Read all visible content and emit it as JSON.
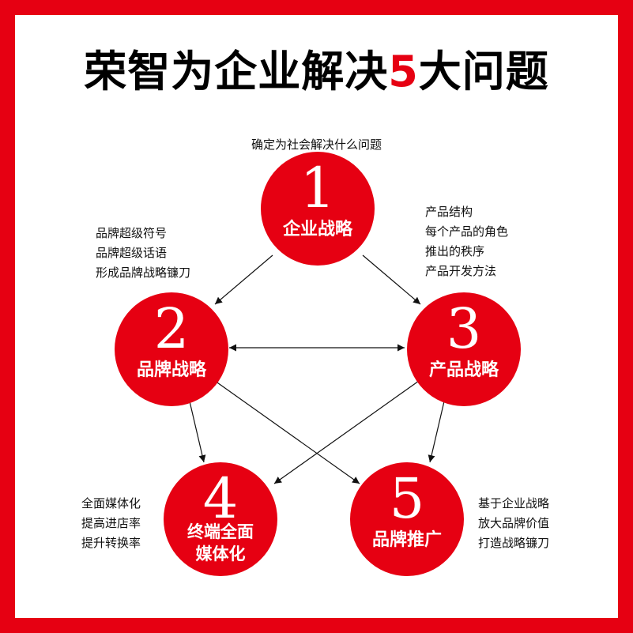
{
  "title": {
    "prefix": "荣智为企业解决",
    "accent": "5",
    "suffix": "大问题"
  },
  "colors": {
    "accent": "#e60012",
    "text": "#111111",
    "background": "#ffffff"
  },
  "top_caption": "确定为社会解决什么问题",
  "nodes": [
    {
      "number": "1",
      "label": "企业战略"
    },
    {
      "number": "2",
      "label": "品牌战略"
    },
    {
      "number": "3",
      "label": "产品战略"
    },
    {
      "number": "4",
      "label_line1": "终端全面",
      "label_line2": "媒体化"
    },
    {
      "number": "5",
      "label": "品牌推广"
    }
  ],
  "notes": {
    "brand": [
      "品牌超级符号",
      "品牌超级话语",
      "形成品牌战略镰刀"
    ],
    "product": [
      "产品结构",
      "每个产品的角色",
      "推出的秩序",
      "产品开发方法"
    ],
    "terminal": [
      "全面媒体化",
      "提高进店率",
      "提升转换率"
    ],
    "promotion": [
      "基于企业战略",
      "放大品牌价值",
      "打造战略镰刀"
    ]
  }
}
